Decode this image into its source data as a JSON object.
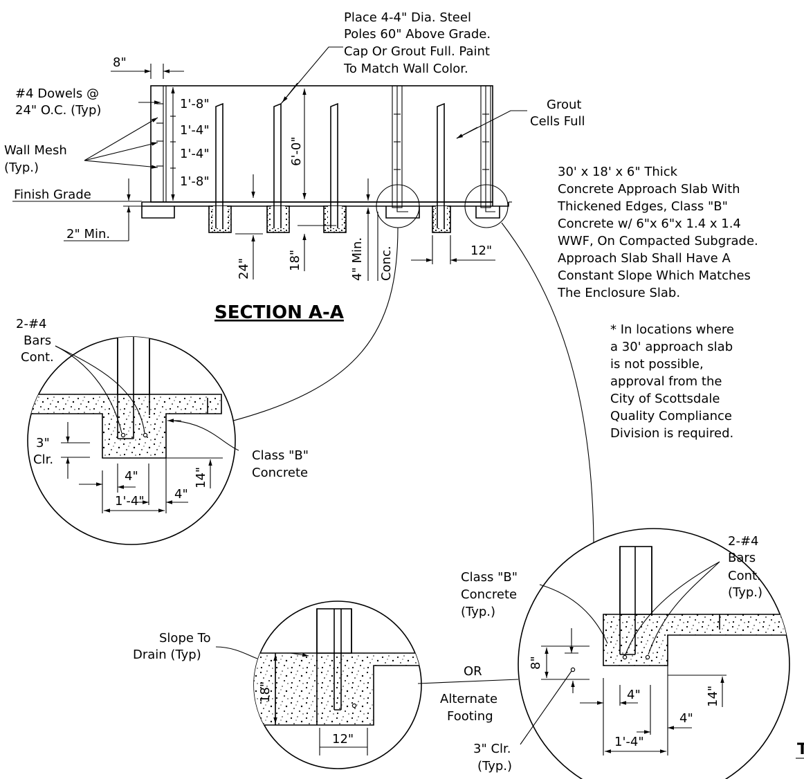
{
  "drawing": {
    "section_title": "SECTION A-A",
    "notes": {
      "poles": [
        "Place 4-4\" Dia. Steel",
        "Poles 60\" Above Grade.",
        "Cap Or Grout Full. Paint",
        "To Match Wall Color."
      ],
      "dowels": [
        "#4 Dowels @",
        "24\" O.C. (Typ)"
      ],
      "wall_mesh": [
        "Wall Mesh",
        "(Typ.)"
      ],
      "finish_grade": "Finish Grade",
      "min_2": "2\" Min.",
      "grout": [
        "Grout",
        "Cells Full"
      ],
      "approach_slab": [
        "30' x 18' x 6\" Thick",
        "Concrete Approach Slab With",
        "Thickened Edges, Class \"B\"",
        "Concrete w/ 6\"x 6\"x 1.4 x 1.4",
        "WWF, On Compacted Subgrade.",
        "Approach Slab Shall Have A",
        "Constant Slope Which Matches",
        "The Enclosure Slab."
      ],
      "approval": [
        "*  In locations where",
        "a 30' approach slab",
        "is not possible,",
        "approval from the",
        "City of Scottsdale",
        "Quality Compliance",
        "Division is required."
      ]
    },
    "dims": {
      "d8": "8\"",
      "d1_8a": "1'-8\"",
      "d1_4a": "1'-4\"",
      "d1_4b": "1'-4\"",
      "d1_8b": "1'-8\"",
      "d6_0": "6'-0\"",
      "d24": "24\"",
      "d18": "18\"",
      "d4min": "4\" Min.",
      "conc": "Conc.",
      "d12": "12\""
    },
    "detail_left": {
      "bars": [
        "2-#4",
        "Bars",
        "Cont."
      ],
      "clr": [
        "3\"",
        "Clr."
      ],
      "class_b": [
        "Class \"B\"",
        "Concrete"
      ],
      "d4a": "4\"",
      "d4b": "4\"",
      "d14": "14\"",
      "d1_4": "1'-4\""
    },
    "detail_alt": {
      "slope": [
        "Slope To",
        "Drain (Typ)"
      ],
      "d18": "18\"",
      "d12": "12\"",
      "or": "OR",
      "alternate": [
        "Alternate",
        "Footing"
      ]
    },
    "detail_right": {
      "class_b": [
        "Class \"B\"",
        "Concrete",
        "(Typ.)"
      ],
      "bars": [
        "2-#4",
        "Bars",
        "Cont.",
        "(Typ.)"
      ],
      "d8": "8\"",
      "d4a": "4\"",
      "d4b": "4\"",
      "d14": "14\"",
      "d1_4": "1'-4\"",
      "clr": [
        "3\" Clr.",
        "(Typ.)"
      ]
    },
    "edge_fragment": "T"
  }
}
